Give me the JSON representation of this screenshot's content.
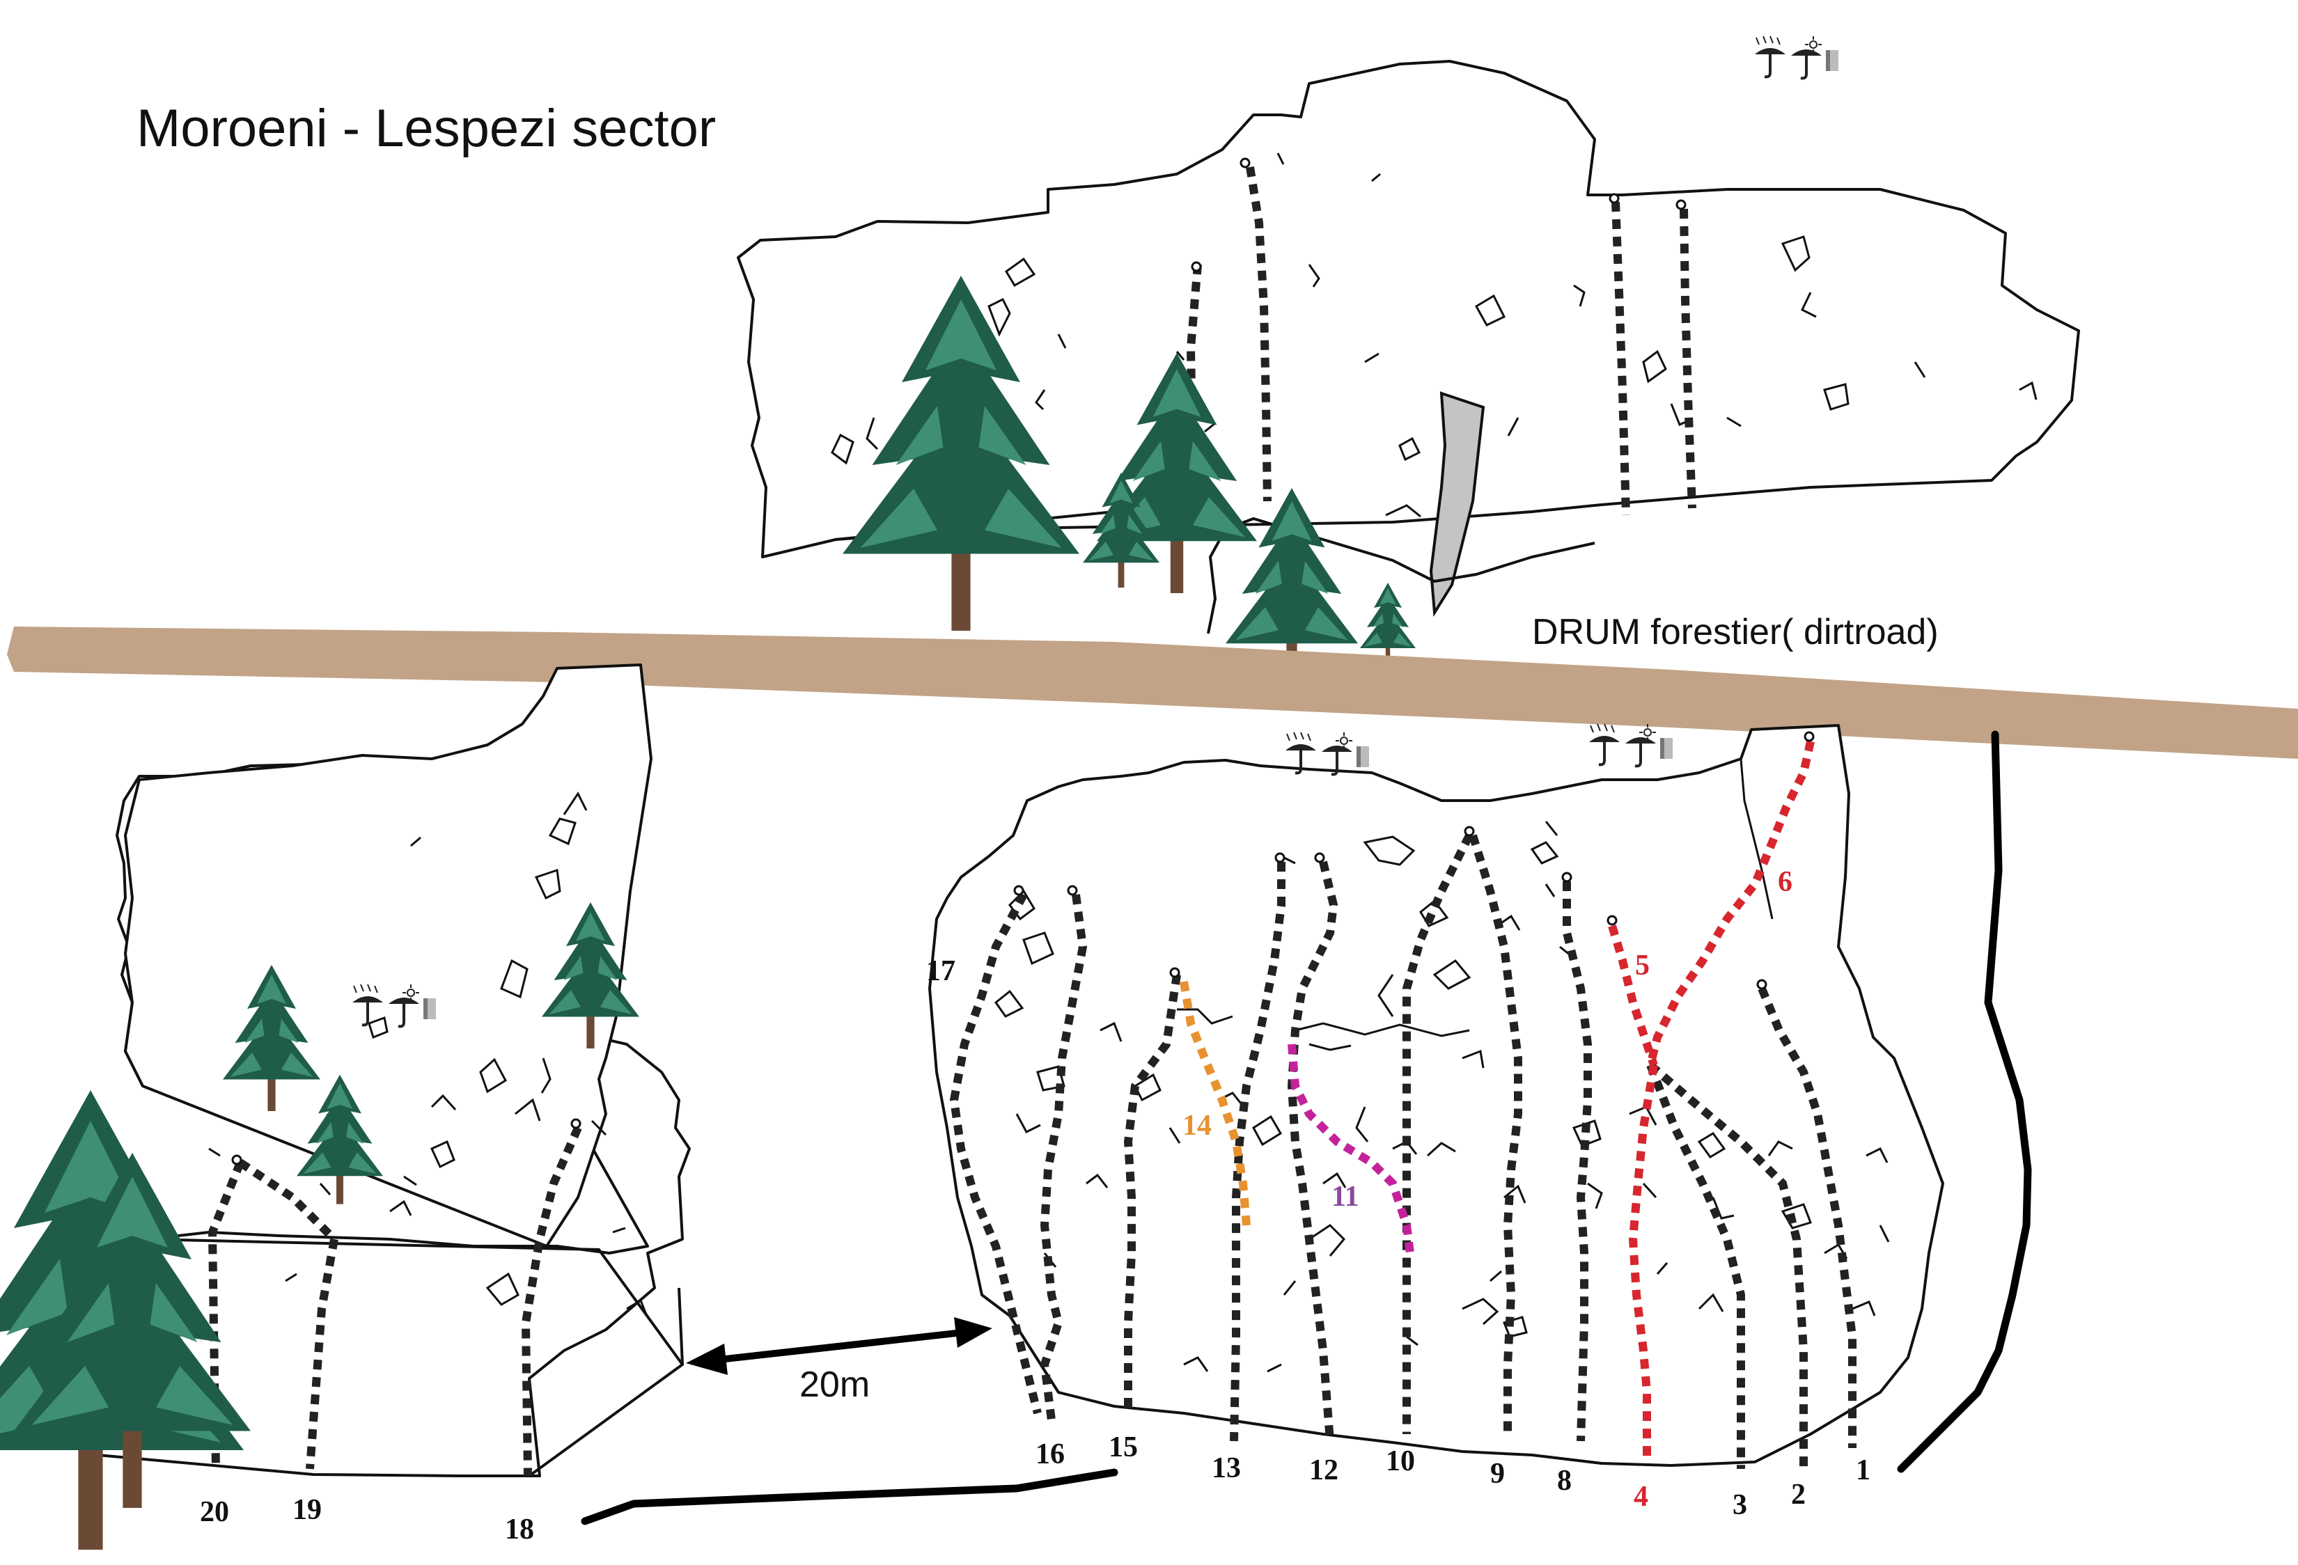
{
  "title": "Moroeni - Lespezi sector",
  "road_label": "DRUM forestier( dirtroad)",
  "distance_label": "20m",
  "colors": {
    "road": "#c2a387",
    "route_default": "#222222",
    "route_red": "#d7262e",
    "route_orange": "#e8912f",
    "route_magenta": "#c4229b",
    "label_purple": "#8a4a9e",
    "tree_dark": "#1f5c4a",
    "tree_light": "#3f8f72",
    "trunk": "#6b4a35",
    "slab": "#c4c4c4"
  },
  "icons": [
    "rain-shelter-icon",
    "sun-icon"
  ],
  "routes": [
    {
      "id": "1",
      "label": "1",
      "color": "#222222"
    },
    {
      "id": "2",
      "label": "2",
      "color": "#222222"
    },
    {
      "id": "3",
      "label": "3",
      "color": "#222222"
    },
    {
      "id": "4",
      "label": "4",
      "color": "#d7262e"
    },
    {
      "id": "5",
      "label": "5",
      "color": "#d7262e"
    },
    {
      "id": "6",
      "label": "6",
      "color": "#d7262e"
    },
    {
      "id": "8",
      "label": "8",
      "color": "#222222"
    },
    {
      "id": "9",
      "label": "9",
      "color": "#222222"
    },
    {
      "id": "10",
      "label": "10",
      "color": "#222222"
    },
    {
      "id": "11",
      "label": "11",
      "color": "#c4229b"
    },
    {
      "id": "12",
      "label": "12",
      "color": "#222222"
    },
    {
      "id": "13",
      "label": "13",
      "color": "#222222"
    },
    {
      "id": "14",
      "label": "14",
      "color": "#e8912f"
    },
    {
      "id": "15",
      "label": "15",
      "color": "#222222"
    },
    {
      "id": "16",
      "label": "16",
      "color": "#222222"
    },
    {
      "id": "17",
      "label": "17",
      "color": "#222222"
    },
    {
      "id": "18",
      "label": "18",
      "color": "#222222"
    },
    {
      "id": "19",
      "label": "19",
      "color": "#222222"
    },
    {
      "id": "20",
      "label": "20",
      "color": "#222222"
    }
  ]
}
